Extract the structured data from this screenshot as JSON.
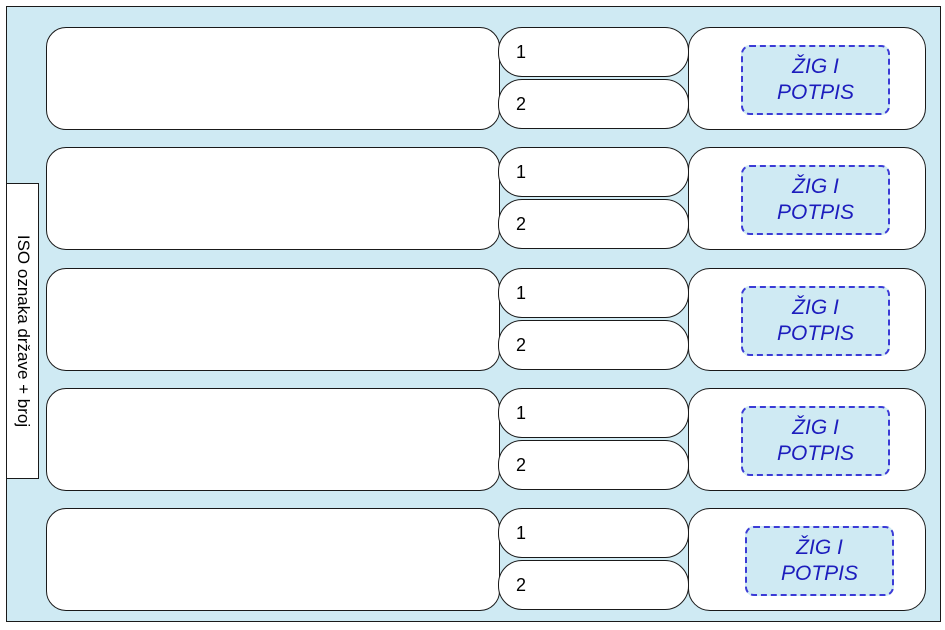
{
  "side_label": "ISO oznaka države + broj",
  "rows": [
    {
      "slot1": "1",
      "slot2": "2",
      "stamp_line1": "ŽIG I",
      "stamp_line2": "POTPIS"
    },
    {
      "slot1": "1",
      "slot2": "2",
      "stamp_line1": "ŽIG I",
      "stamp_line2": "POTPIS"
    },
    {
      "slot1": "1",
      "slot2": "2",
      "stamp_line1": "ŽIG I",
      "stamp_line2": "POTPIS"
    },
    {
      "slot1": "1",
      "slot2": "2",
      "stamp_line1": "ŽIG I",
      "stamp_line2": "POTPIS"
    },
    {
      "slot1": "1",
      "slot2": "2",
      "stamp_line1": "ŽIG I",
      "stamp_line2": "POTPIS"
    }
  ],
  "colors": {
    "background": "#cfeaf3",
    "stamp_border": "#3b3bd6",
    "stamp_text": "#1d1dbd"
  }
}
